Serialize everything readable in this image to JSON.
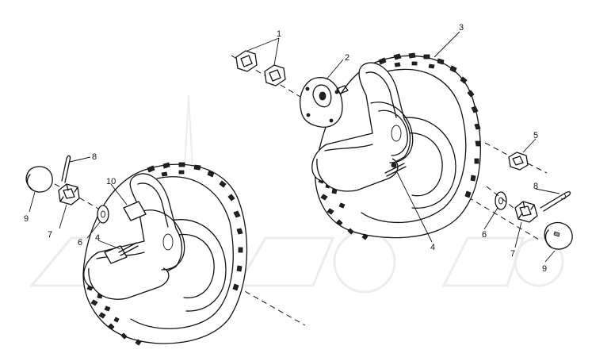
{
  "diagram": {
    "watermark": "",
    "callouts": [
      {
        "id": "c1",
        "label": "1"
      },
      {
        "id": "c2",
        "label": "2"
      },
      {
        "id": "c3",
        "label": "3"
      },
      {
        "id": "c4r",
        "label": "4"
      },
      {
        "id": "c5",
        "label": "5"
      },
      {
        "id": "c6r",
        "label": "6"
      },
      {
        "id": "c7r",
        "label": "7"
      },
      {
        "id": "c8r",
        "label": "8"
      },
      {
        "id": "c9r",
        "label": "9"
      },
      {
        "id": "c8l",
        "label": "8"
      },
      {
        "id": "c9l",
        "label": "9"
      },
      {
        "id": "c7l",
        "label": "7"
      },
      {
        "id": "c6l",
        "label": "6"
      },
      {
        "id": "c10",
        "label": "10"
      },
      {
        "id": "c4l",
        "label": "4"
      }
    ]
  }
}
